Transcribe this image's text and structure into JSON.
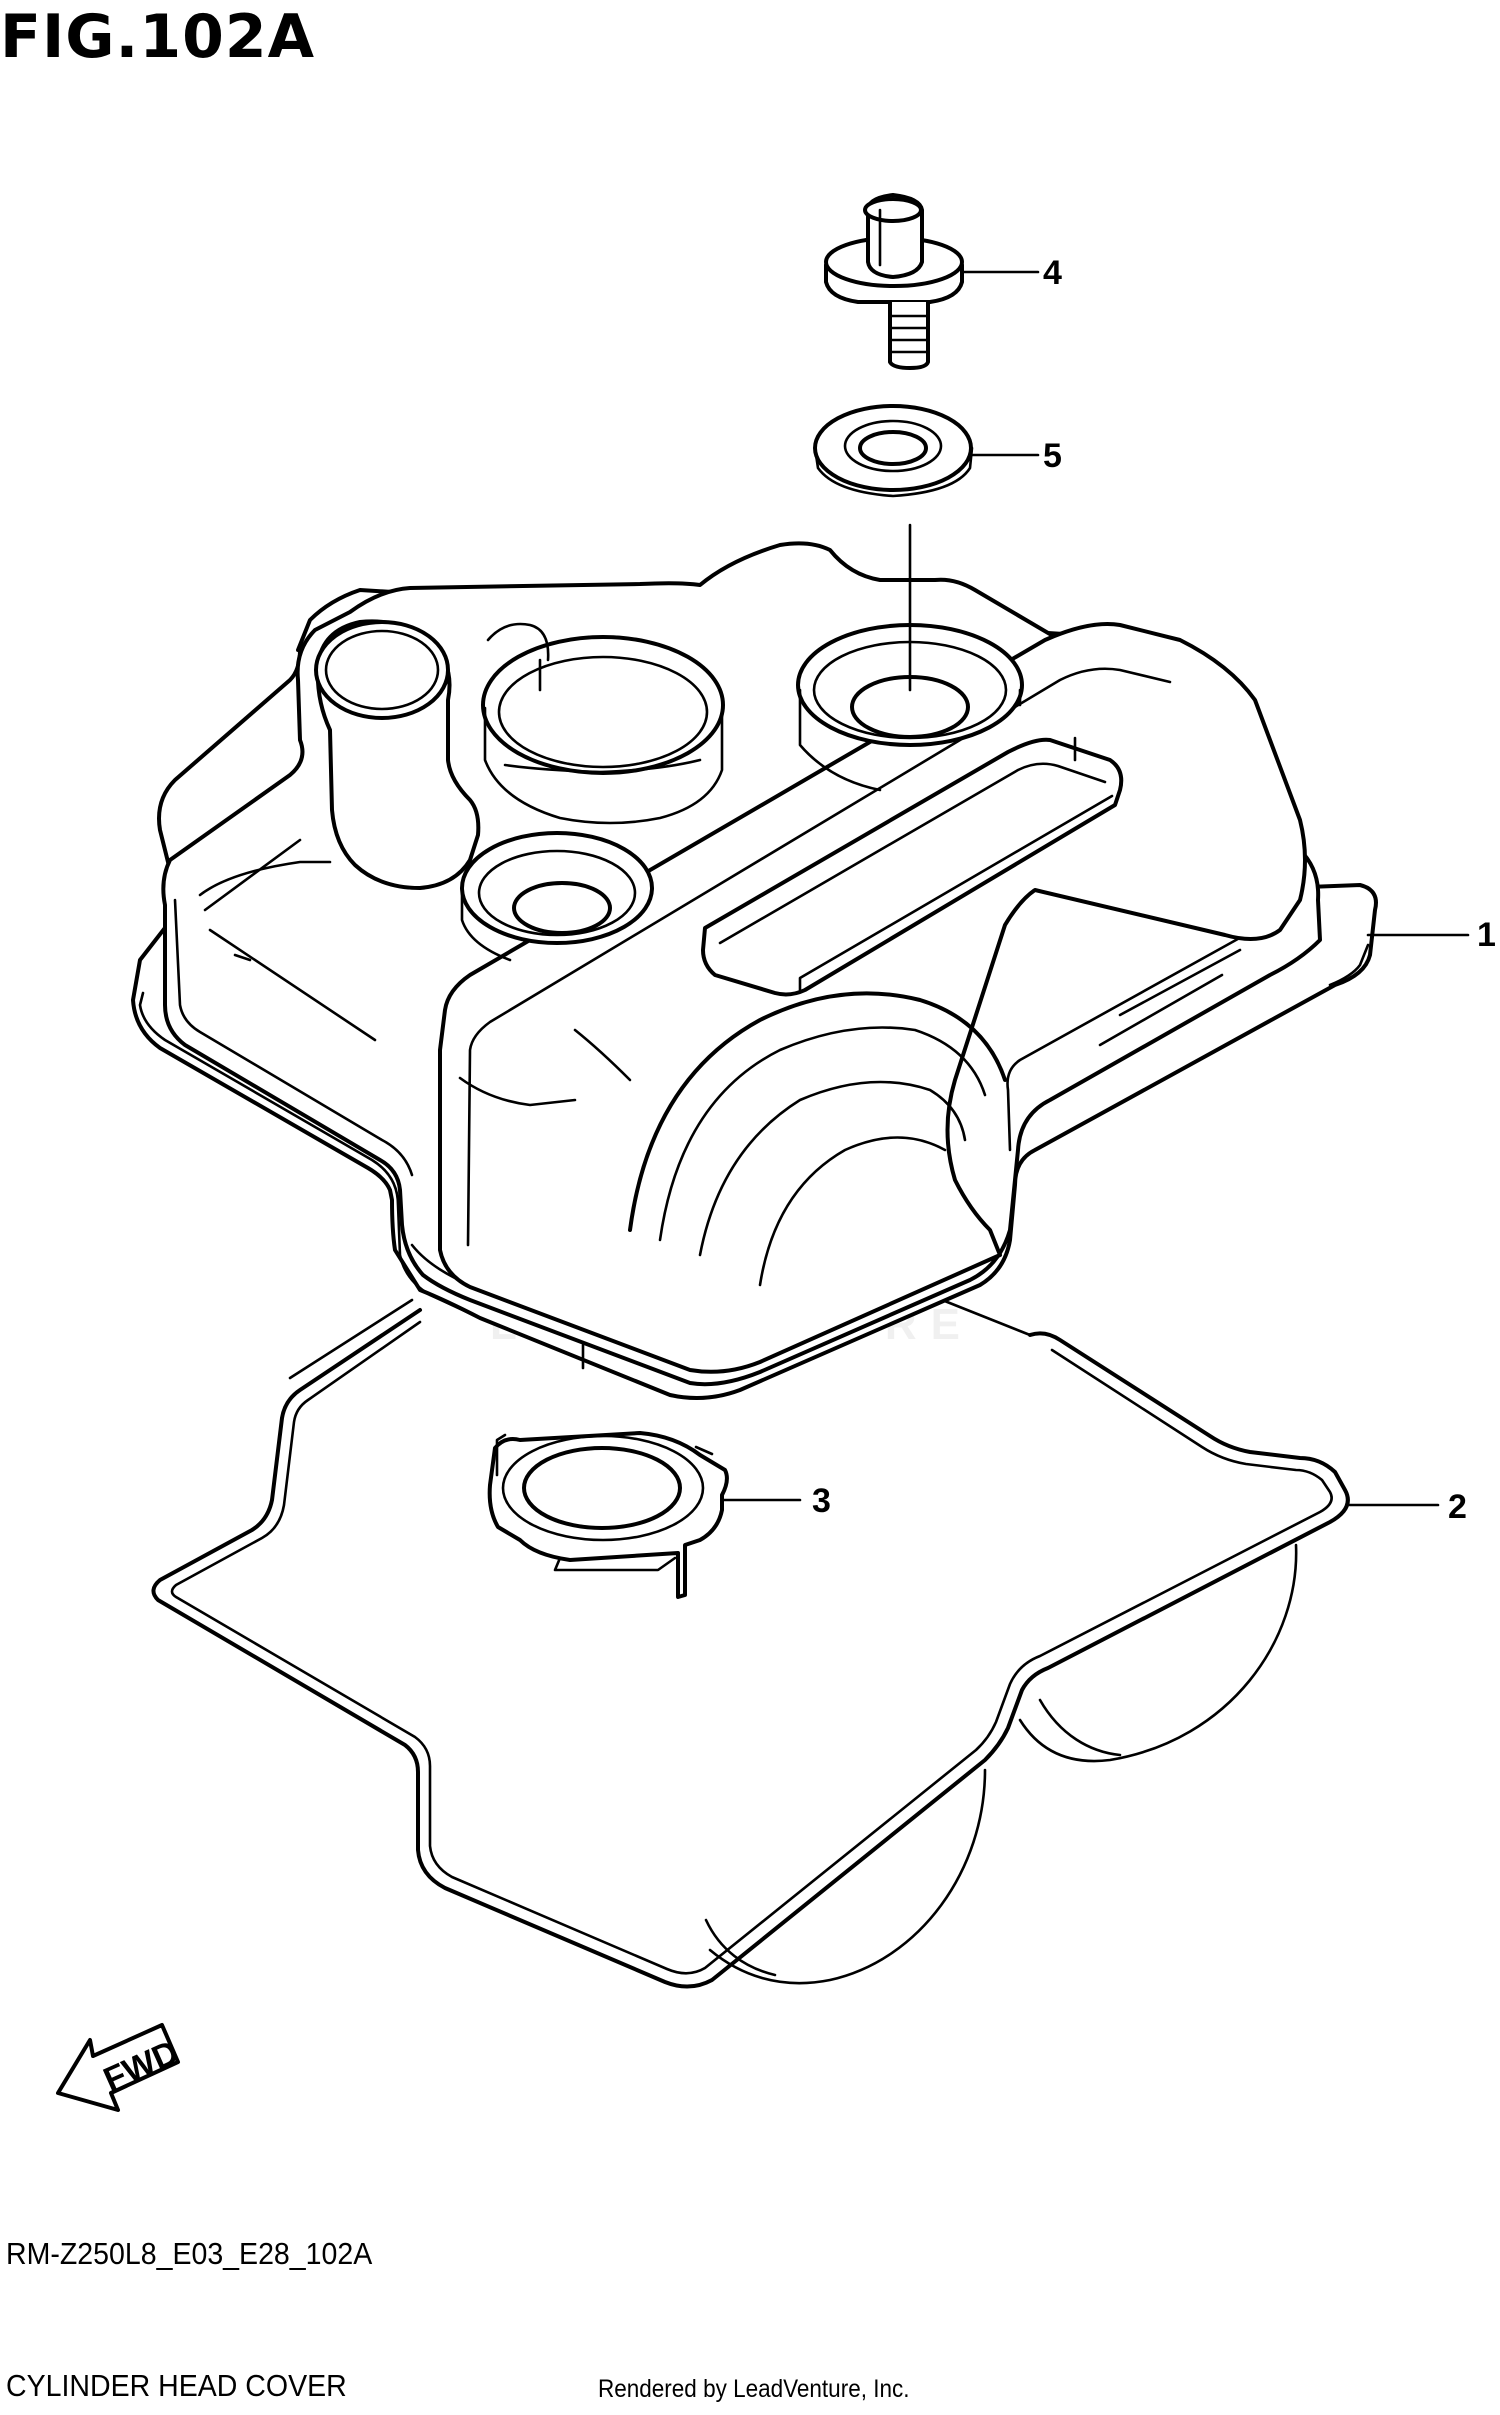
{
  "figure": {
    "title": "FIG.102A",
    "code": "RM-Z250L8_E03_E28_102A",
    "name": "CYLINDER HEAD COVER",
    "rendered_by": "Rendered by LeadVenture, Inc.",
    "watermark": "LEADVENTURE",
    "direction_label": "FWD"
  },
  "callouts": [
    {
      "id": "1",
      "label": "1"
    },
    {
      "id": "2",
      "label": "2"
    },
    {
      "id": "3",
      "label": "3"
    },
    {
      "id": "4",
      "label": "4"
    },
    {
      "id": "5",
      "label": "5"
    }
  ]
}
